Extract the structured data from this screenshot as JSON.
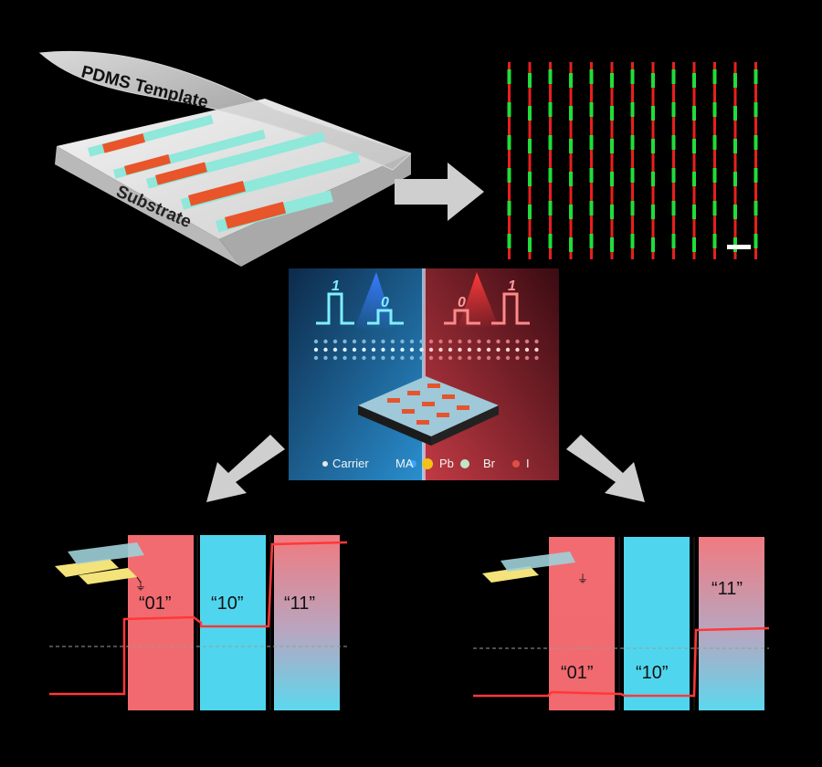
{
  "fabrication": {
    "template_label": "PDMS Template",
    "substrate_label": "Substrate"
  },
  "center": {
    "left_bits": [
      "1",
      "0"
    ],
    "right_bits": [
      "0",
      "1"
    ],
    "legend": [
      "Carrier",
      "MA",
      "Pb",
      "Br",
      "I"
    ],
    "colors": {
      "blue_state": "#2e9fe6",
      "red_state": "#e2474f"
    }
  },
  "left_panel": {
    "states": [
      "“01”",
      "“10”",
      "“11”"
    ]
  },
  "right_panel": {
    "states": [
      "“01”",
      "“10”",
      "“11”"
    ]
  },
  "colors": {
    "red_bar": "#ef6a70",
    "cyan_bar": "#4dd8ee",
    "trace": "#ff3838",
    "green_seg": "#22dd3a",
    "red_seg": "#e8201f",
    "arrow": "#cfcfcf"
  }
}
